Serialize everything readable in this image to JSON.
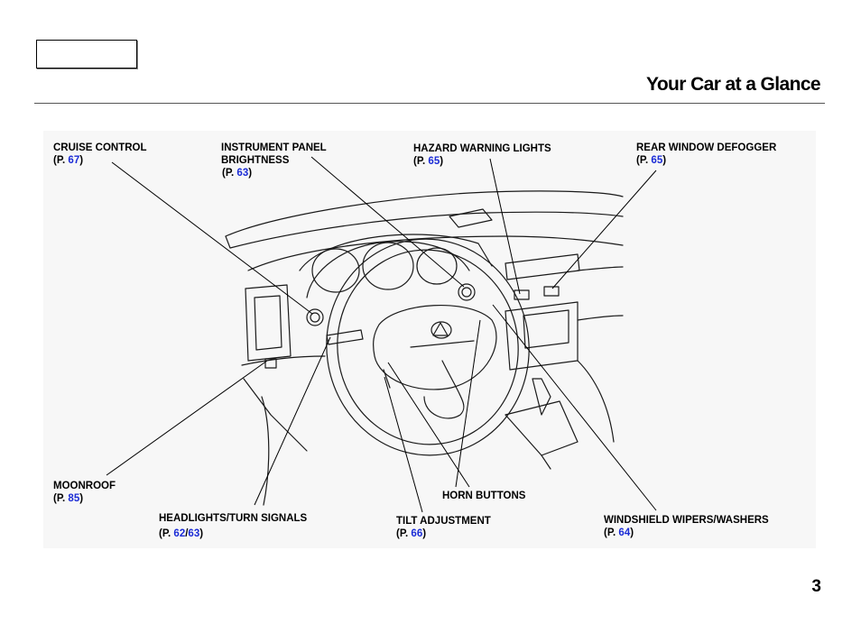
{
  "page": {
    "title": "Your Car at a Glance",
    "number": "3"
  },
  "callouts": {
    "cruise_control": {
      "label": "CRUISE CONTROL",
      "ref_open": "(P. ",
      "pages": [
        "67"
      ],
      "ref_close": ")"
    },
    "instrument_panel": {
      "label": "INSTRUMENT PANEL",
      "label2": "BRIGHTNESS",
      "ref_open": "(P. ",
      "pages": [
        "63"
      ],
      "ref_close": ")"
    },
    "hazard": {
      "label": "HAZARD WARNING LIGHTS",
      "ref_open": "(P. ",
      "pages": [
        "65"
      ],
      "ref_close": ")"
    },
    "defogger": {
      "label": "REAR WINDOW DEFOGGER",
      "ref_open": "(P. ",
      "pages": [
        "65"
      ],
      "ref_close": ")"
    },
    "moonroof": {
      "label": "MOONROOF",
      "ref_open": "(P. ",
      "pages": [
        "85"
      ],
      "ref_close": ")"
    },
    "horn": {
      "label": "HORN BUTTONS"
    },
    "headlights": {
      "label": "HEADLIGHTS/TURN SIGNALS",
      "ref_open": "(P. ",
      "pages": [
        "62",
        "63"
      ],
      "sep": "/",
      "ref_close": ")"
    },
    "tilt": {
      "label": "TILT ADJUSTMENT",
      "ref_open": "(P. ",
      "pages": [
        "66"
      ],
      "ref_close": ")"
    },
    "wipers": {
      "label": "WINDSHIELD WIPERS/WASHERS",
      "ref_open": "(P. ",
      "pages": [
        "64"
      ],
      "ref_close": ")"
    }
  },
  "colors": {
    "link": "#1a2bd6",
    "rule": "#555555",
    "art": "#1a1a1a"
  }
}
